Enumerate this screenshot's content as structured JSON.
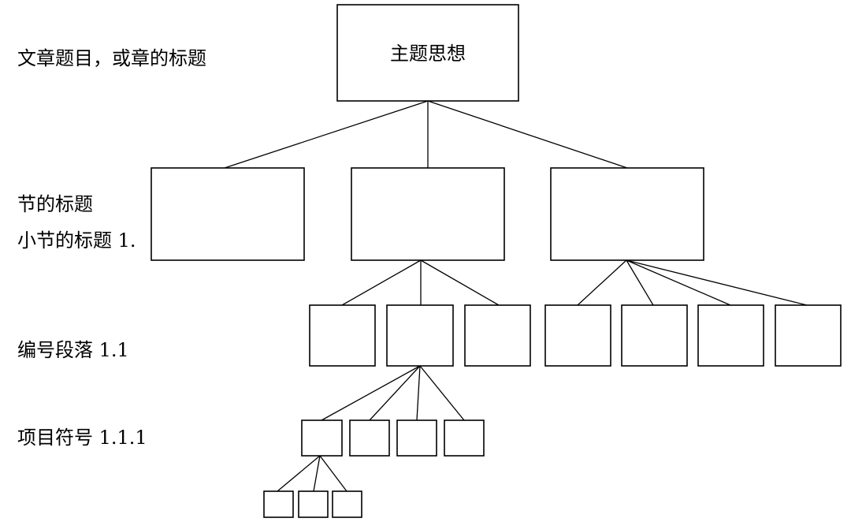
{
  "levels": {
    "chapter_title": "文章题目，或章的标题",
    "section_title": "节的标题",
    "subsection_title": "小节的标题 1.",
    "numbered_paragraph": "编号段落  1.1",
    "bullet_item": "项目符号  1.1.1"
  },
  "root": {
    "label": "主题思想"
  },
  "colors": {
    "stroke": "#000000",
    "background": "#ffffff",
    "text": "#000000"
  }
}
